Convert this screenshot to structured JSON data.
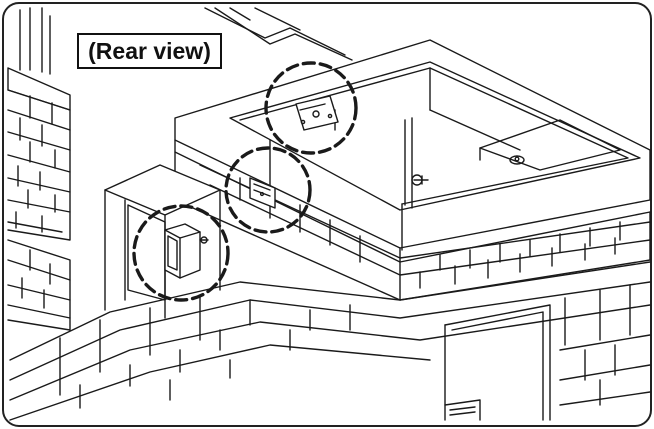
{
  "label": {
    "text": "(Rear view)"
  },
  "colors": {
    "line": "#1a1a1a",
    "background": "#ffffff",
    "frame": "#222222"
  },
  "callouts": [
    {
      "name": "top-mount-bracket"
    },
    {
      "name": "side-mount-bracket"
    },
    {
      "name": "electrical-box"
    }
  ]
}
